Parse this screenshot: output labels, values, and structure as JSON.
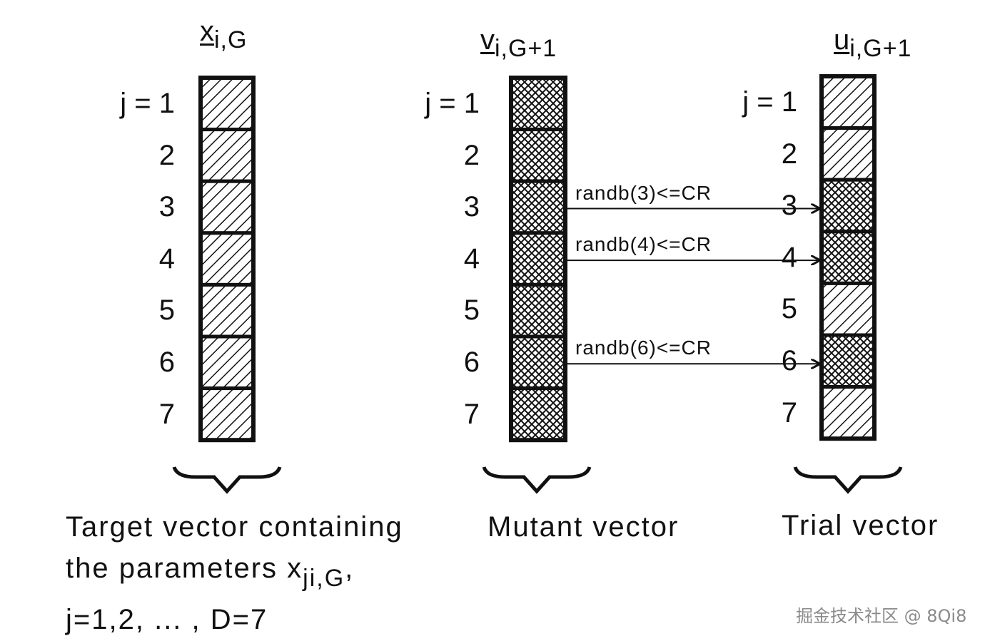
{
  "vectors": [
    {
      "id": "target",
      "name_base": "x",
      "name_sub": "i,G",
      "caption_lines": [
        "Target vector containing",
        "the parameters x",
        "j=1,2, ... , D=7"
      ],
      "caption_sub": "ji,G",
      "caption_sub_suffix": ",",
      "row_labels": [
        "j = 1",
        "2",
        "3",
        "4",
        "5",
        "6",
        "7"
      ],
      "cells": [
        "target",
        "target",
        "target",
        "target",
        "target",
        "target",
        "target"
      ]
    },
    {
      "id": "mutant",
      "name_base": "v",
      "name_sub": "i,G+1",
      "caption_lines": [
        "Mutant vector"
      ],
      "row_labels": [
        "j = 1",
        "2",
        "3",
        "4",
        "5",
        "6",
        "7"
      ],
      "cells": [
        "mutant",
        "mutant",
        "mutant",
        "mutant",
        "mutant",
        "mutant",
        "mutant"
      ]
    },
    {
      "id": "trial",
      "name_base": "u",
      "name_sub": "i,G+1",
      "caption_lines": [
        "Trial vector"
      ],
      "row_labels": [
        "j = 1",
        "2",
        "3",
        "4",
        "5",
        "6",
        "7"
      ],
      "cells": [
        "target",
        "target",
        "mutant",
        "mutant",
        "target",
        "mutant",
        "target"
      ]
    }
  ],
  "crossovers": [
    {
      "row": 3,
      "label": "randb(3)<=CR"
    },
    {
      "row": 4,
      "label": "randb(4)<=CR"
    },
    {
      "row": 6,
      "label": "randb(6)<=CR"
    }
  ],
  "watermark": "掘金技术社区 @ 8Qi8"
}
